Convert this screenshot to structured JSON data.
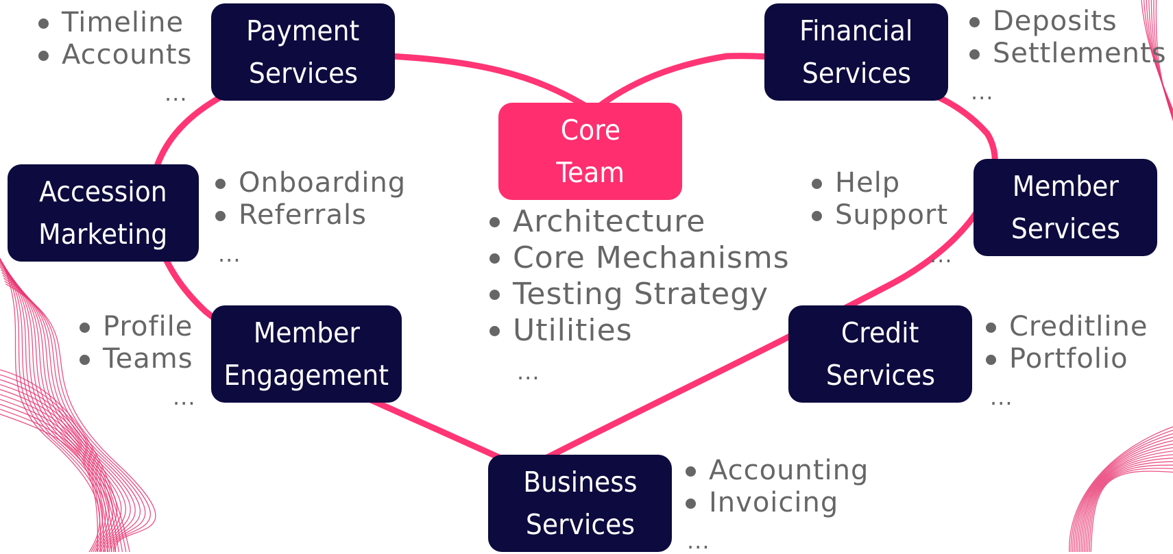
{
  "nodes": {
    "core_team": {
      "line1": "Core",
      "line2": "Team"
    },
    "payment_services": {
      "line1": "Payment",
      "line2": "Services"
    },
    "financial_services": {
      "line1": "Financial",
      "line2": "Services"
    },
    "accession_marketing": {
      "line1": "Accession",
      "line2": "Marketing"
    },
    "member_services": {
      "line1": "Member",
      "line2": "Services"
    },
    "member_engagement": {
      "line1": "Member",
      "line2": "Engagement"
    },
    "credit_services": {
      "line1": "Credit",
      "line2": "Services"
    },
    "business_services": {
      "line1": "Business",
      "line2": "Services"
    }
  },
  "lists": {
    "payment": {
      "items": [
        "Timeline",
        "Accounts"
      ],
      "more": "..."
    },
    "financial": {
      "items": [
        "Deposits",
        "Settlements"
      ],
      "more": "..."
    },
    "accession": {
      "items": [
        "Onboarding",
        "Referrals"
      ],
      "more": "..."
    },
    "core": {
      "items": [
        "Architecture",
        "Core Mechanisms",
        "Testing Strategy",
        "Utilities"
      ],
      "more": "..."
    },
    "member_services": {
      "items": [
        "Help",
        "Support"
      ],
      "more": "..."
    },
    "engagement": {
      "items": [
        "Profile",
        "Teams"
      ],
      "more": "..."
    },
    "credit": {
      "items": [
        "Creditline",
        "Portfolio"
      ],
      "more": "..."
    },
    "business": {
      "items": [
        "Accounting",
        "Invoicing"
      ],
      "more": "..."
    }
  },
  "colors": {
    "node_fill": "#0c0a3e",
    "core_fill": "#ff2e6f",
    "connector": "#ff3575",
    "decor_line": "#e8336f",
    "text_gray": "#666666"
  }
}
